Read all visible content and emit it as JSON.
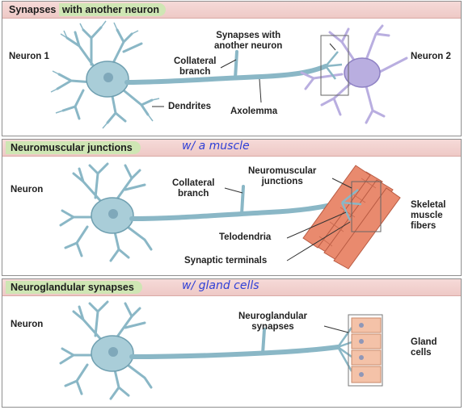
{
  "panel1": {
    "title_a": "Synapses",
    "title_b": "with another neuron",
    "labels": {
      "neuron1": "Neuron 1",
      "neuron2": "Neuron 2",
      "collateral_1": "Collateral",
      "collateral_2": "branch",
      "synapses_1": "Synapses with",
      "synapses_2": "another neuron",
      "dendrites": "Dendrites",
      "axolemma": "Axolemma"
    }
  },
  "panel2": {
    "title": "Neuromuscular junctions",
    "note": "w/ a muscle",
    "labels": {
      "neuron": "Neuron",
      "collateral_1": "Collateral",
      "collateral_2": "branch",
      "nmj_1": "Neuromuscular",
      "nmj_2": "junctions",
      "skeletal_1": "Skeletal",
      "skeletal_2": "muscle",
      "skeletal_3": "fibers",
      "telodendria": "Telodendria",
      "synaptic_terminals": "Synaptic terminals"
    }
  },
  "panel3": {
    "title": "Neuroglandular synapses",
    "note": "w/ gland cells",
    "labels": {
      "neuron": "Neuron",
      "ng_1": "Neuroglandular",
      "ng_2": "synapses",
      "gland_1": "Gland",
      "gland_2": "cells"
    }
  },
  "colors": {
    "neuron_blue": "#a9cdd8",
    "neuron_stroke": "#6f9fb0",
    "neuron2_purple": "#b9aee0",
    "muscle": "#e98a6e",
    "gland": "#f4c2a8",
    "header_pink": "#f2d2cf",
    "tag_green": "#cfe6b4",
    "note_blue": "#2f3fd6"
  }
}
